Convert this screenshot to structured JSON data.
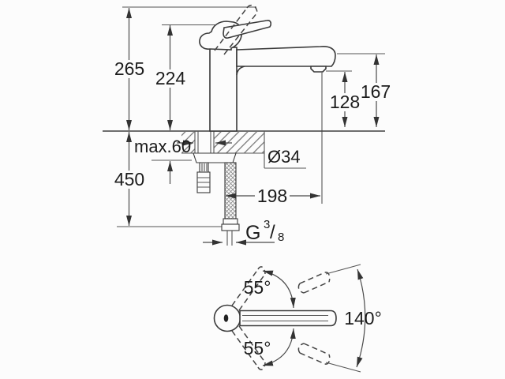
{
  "diagram_title": "faucet-installation-dimension-drawing",
  "colors": {
    "background": "#fcfcfc",
    "line": "#4a4a4a",
    "outline": "#3a3a3a",
    "text": "#1c1c1c"
  },
  "side_view": {
    "overall_height": "265",
    "height_to_lever": "224",
    "spout_underside_height": "128",
    "outlet_height": "167",
    "max_deck_thickness": "max.60",
    "hose_length": "450",
    "hole_diameter": "Ø34",
    "spout_reach": "198",
    "thread": {
      "g": "G",
      "numerator": "3",
      "slash": "/",
      "denominator": "8"
    }
  },
  "top_view": {
    "swivel_upper": "55°",
    "swivel_lower": "55°",
    "swivel_range": "140°"
  }
}
